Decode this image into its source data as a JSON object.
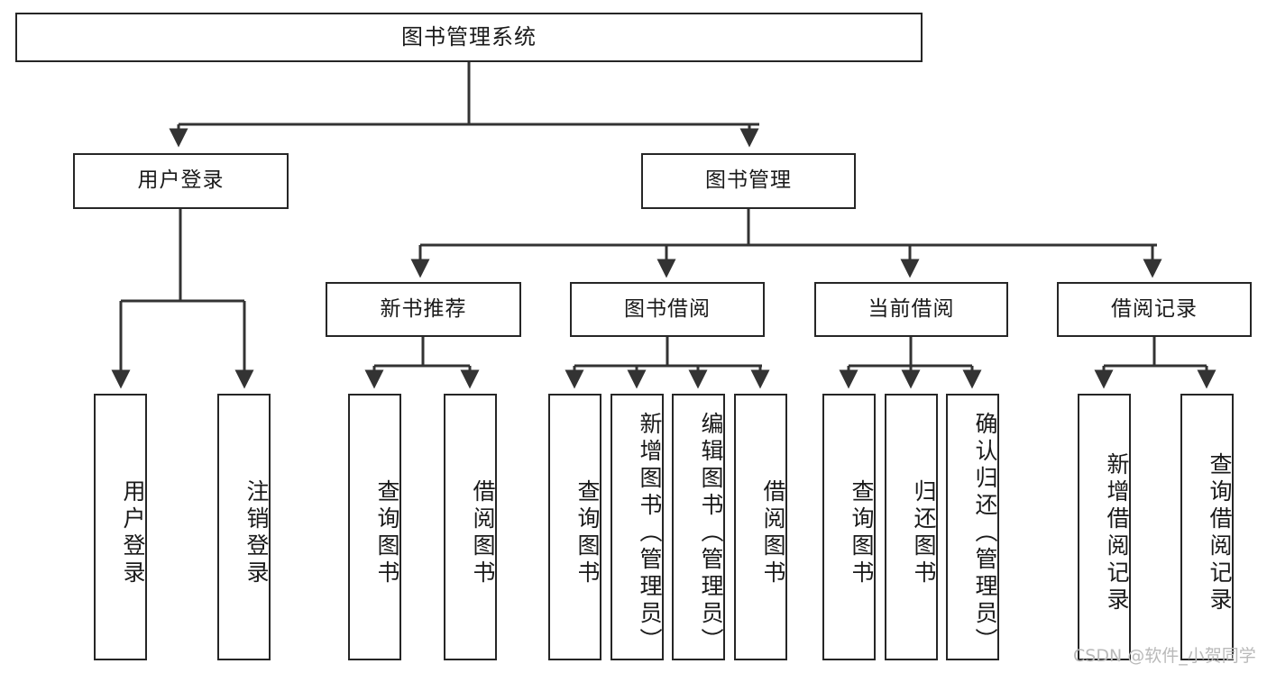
{
  "diagram": {
    "type": "tree",
    "title": "图书管理系统",
    "watermark": "CSDN @软件_小贺同学",
    "colors": {
      "border": "#262626",
      "background": "#ffffff",
      "text": "#1a1a1a",
      "connector": "#333333",
      "watermark": "#b9b9b9"
    },
    "levels": [
      {
        "level": 1,
        "nodes": [
          {
            "id": "root",
            "label": "图书管理系统",
            "orientation": "horizontal"
          }
        ]
      },
      {
        "level": 2,
        "nodes": [
          {
            "id": "user-login",
            "label": "用户登录",
            "orientation": "horizontal",
            "parent": "root"
          },
          {
            "id": "book-manage",
            "label": "图书管理",
            "orientation": "horizontal",
            "parent": "root"
          }
        ]
      },
      {
        "level": 3,
        "nodes": [
          {
            "id": "new-book-recommend",
            "label": "新书推荐",
            "orientation": "horizontal",
            "parent": "book-manage"
          },
          {
            "id": "book-borrow",
            "label": "图书借阅",
            "orientation": "horizontal",
            "parent": "book-manage"
          },
          {
            "id": "current-borrow",
            "label": "当前借阅",
            "orientation": "horizontal",
            "parent": "book-manage"
          },
          {
            "id": "borrow-record",
            "label": "借阅记录",
            "orientation": "horizontal",
            "parent": "book-manage"
          }
        ]
      },
      {
        "level": 4,
        "nodes": [
          {
            "id": "leaf-user-login",
            "label": "用户登录",
            "orientation": "vertical",
            "parent": "user-login"
          },
          {
            "id": "leaf-logout",
            "label": "注销登录",
            "orientation": "vertical",
            "parent": "user-login"
          },
          {
            "id": "leaf-query-book-1",
            "label": "查询图书",
            "orientation": "vertical",
            "parent": "new-book-recommend"
          },
          {
            "id": "leaf-borrow-book-1",
            "label": "借阅图书",
            "orientation": "vertical",
            "parent": "new-book-recommend"
          },
          {
            "id": "leaf-query-book-2",
            "label": "查询图书",
            "orientation": "vertical",
            "parent": "book-borrow"
          },
          {
            "id": "leaf-add-book",
            "label": "新增图书（管理员）",
            "orientation": "vertical",
            "parent": "book-borrow"
          },
          {
            "id": "leaf-edit-book",
            "label": "编辑图书（管理员）",
            "orientation": "vertical",
            "parent": "book-borrow"
          },
          {
            "id": "leaf-borrow-book-2",
            "label": "借阅图书",
            "orientation": "vertical",
            "parent": "book-borrow"
          },
          {
            "id": "leaf-query-book-3",
            "label": "查询图书",
            "orientation": "vertical",
            "parent": "current-borrow"
          },
          {
            "id": "leaf-return-book",
            "label": "归还图书",
            "orientation": "vertical",
            "parent": "current-borrow"
          },
          {
            "id": "leaf-confirm-return",
            "label": "确认归还（管理员）",
            "orientation": "vertical",
            "parent": "current-borrow"
          },
          {
            "id": "leaf-add-record",
            "label": "新增借阅记录",
            "orientation": "vertical",
            "parent": "borrow-record"
          },
          {
            "id": "leaf-query-record",
            "label": "查询借阅记录",
            "orientation": "vertical",
            "parent": "borrow-record"
          }
        ]
      }
    ]
  }
}
